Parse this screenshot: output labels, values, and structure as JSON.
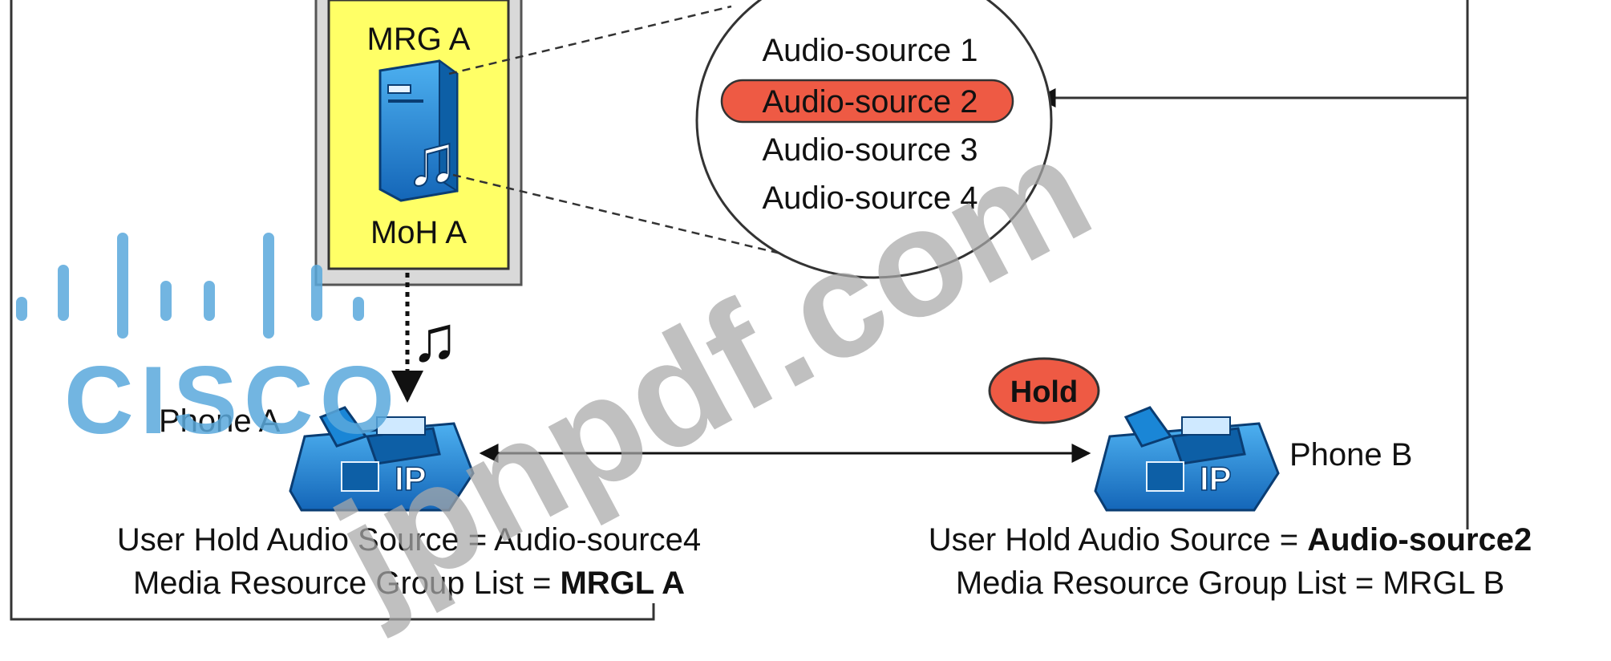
{
  "mrg": {
    "title": "MRG A",
    "moh_label": "MoH A"
  },
  "audio_sources": [
    {
      "label": "Audio-source 1",
      "highlighted": false
    },
    {
      "label": "Audio-source 2",
      "highlighted": true
    },
    {
      "label": "Audio-source 3",
      "highlighted": false
    },
    {
      "label": "Audio-source 4",
      "highlighted": false
    }
  ],
  "hold_badge": "Hold",
  "phone_a": {
    "name": "Phone A",
    "screen_label": "IP",
    "line1_prefix": "User Hold Audio Source = ",
    "line1_value": "Audio-source4",
    "line2_prefix": "Media Resource Group List = ",
    "line2_value": "MRGL A"
  },
  "phone_b": {
    "name": "Phone B",
    "screen_label": "IP",
    "line1_prefix": "User Hold Audio Source = ",
    "line1_value": "Audio-source2",
    "line2_prefix": "Media Resource Group List = ",
    "line2_value": "MRGL B"
  },
  "music_note_glyph": "♫",
  "watermark": {
    "logo_text": "CISCO",
    "site_text": "jpnpdf.com"
  },
  "colors": {
    "mrg_box": "#ffff66",
    "mrg_frame": "#d9d9d9",
    "highlight": "#ee5a44",
    "hold": "#ee5a44",
    "phone_blue": "#1a86d6",
    "phone_dark": "#0d5fa6",
    "watermark_gray": "#a9a9a9",
    "cisco_blue": "#5aa9dc",
    "line": "#333333"
  }
}
